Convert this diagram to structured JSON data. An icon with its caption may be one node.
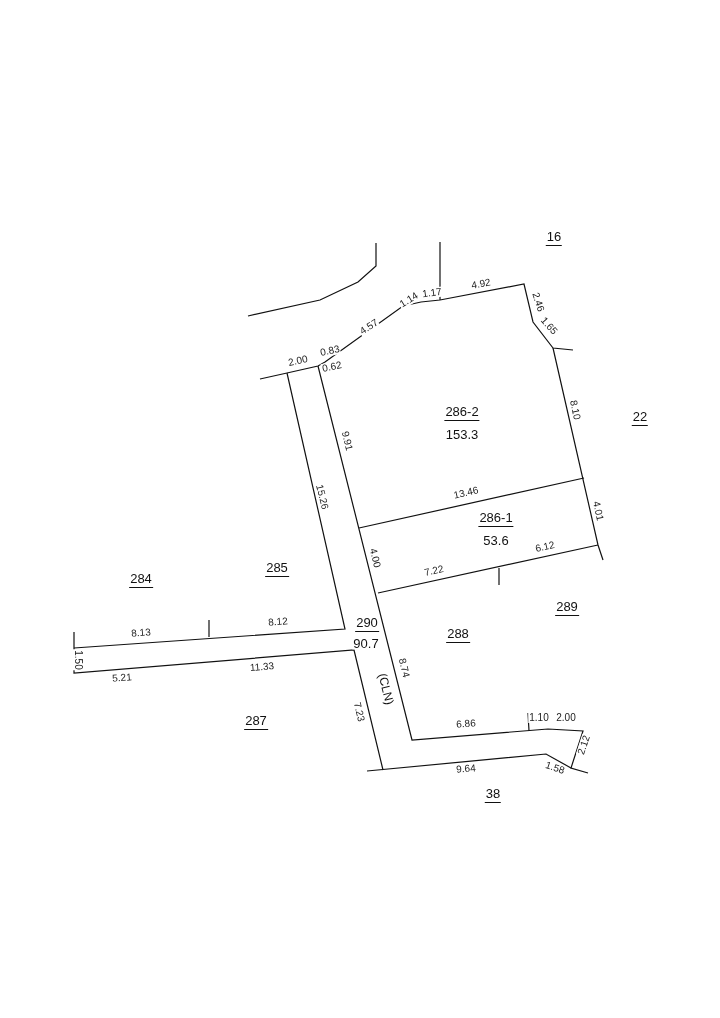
{
  "diagram": {
    "labels": [
      "16",
      "2.46",
      "4.92",
      "1.14",
      "1.17",
      "4.57",
      "1.65",
      "2.00",
      "0.83",
      "0.62",
      "8.10",
      "22",
      "286-2",
      "153.3",
      "9.91",
      "15.26",
      "13.46",
      "4.01",
      "286-1",
      "53.6",
      "4.00",
      "6.12",
      "7.22",
      "284",
      "285",
      "289",
      "8.13",
      "8.12",
      "290",
      "90.7",
      "288",
      "1.50",
      "8.74",
      "5.21",
      "11.33",
      "(CLN)",
      "7.23",
      "287",
      "6.86",
      "1.10",
      "2.00",
      "2.12",
      "9.64",
      "1.58",
      "38"
    ]
  }
}
